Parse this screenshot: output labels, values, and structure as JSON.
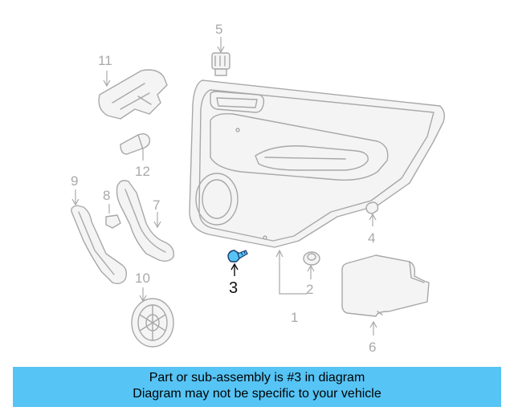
{
  "diagram": {
    "callouts": {
      "c1": "1",
      "c2": "2",
      "c3": "3",
      "c4": "4",
      "c5": "5",
      "c6": "6",
      "c7": "7",
      "c8": "8",
      "c9": "9",
      "c10": "10",
      "c11": "11",
      "c12": "12"
    },
    "highlight_color": "#56c4f5"
  },
  "banner": {
    "line1": "Part or sub-assembly is #3 in diagram",
    "line2": "Diagram may not be specific to your vehicle"
  }
}
